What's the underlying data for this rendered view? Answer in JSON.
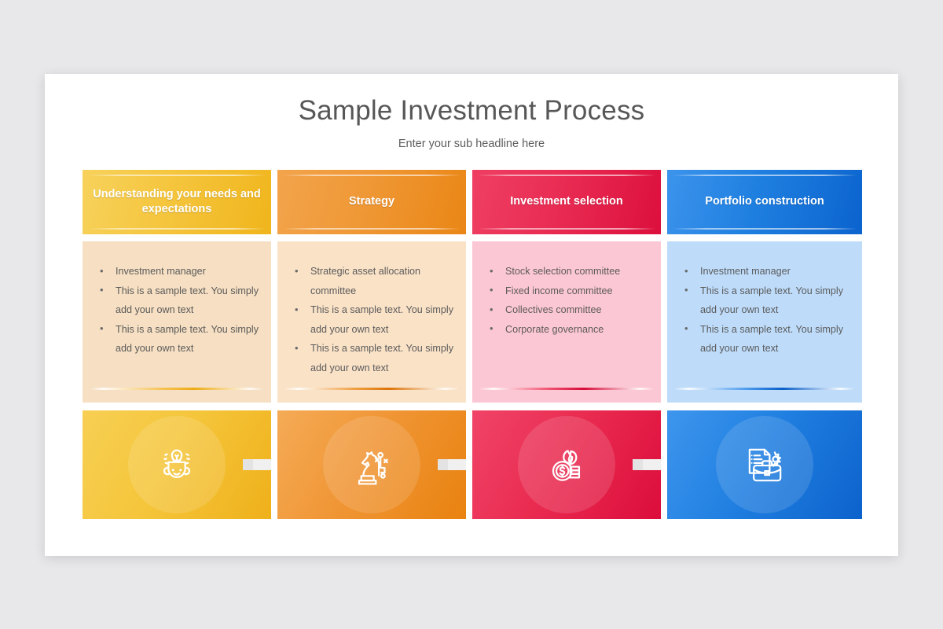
{
  "slide": {
    "title": "Sample Investment Process",
    "subtitle": "Enter your sub headline here",
    "background_color": "#e8e8ea",
    "surface_color": "#ffffff"
  },
  "columns": [
    {
      "header": "Understanding your needs and expectations",
      "accent_color": "#f5c63f",
      "body_color": "#f6dfc2",
      "icon_name": "head-lightbulb-idea-icon",
      "bullets": [
        "Investment manager",
        "This is a sample text. You simply add your own text",
        "This is a sample text. You simply add your own text"
      ]
    },
    {
      "header": "Strategy",
      "accent_color": "#ef9836",
      "body_color": "#fae2c7",
      "icon_name": "chess-knight-strategy-icon",
      "bullets": [
        "Strategic asset allocation committee",
        "This is a sample text. You simply add your own text",
        "This is a sample text. You simply add your own text"
      ]
    },
    {
      "header": "Investment selection",
      "accent_color": "#e92c53",
      "body_color": "#fcc7d4",
      "icon_name": "coin-plant-growth-icon",
      "bullets": [
        "Stock selection committee",
        "Fixed income committee",
        "Collectives committee",
        "Corporate governance"
      ]
    },
    {
      "header": "Portfolio construction",
      "accent_color": "#1f7fe0",
      "body_color": "#bedcfa",
      "icon_name": "briefcase-document-gear-icon",
      "bullets": [
        "Investment manager",
        "This is a sample text. You simply add your own text",
        "This is a sample text. You simply add your own text"
      ]
    }
  ],
  "connectors": [
    {
      "name": "arrow-right-icon",
      "color": "#f0f0f0"
    },
    {
      "name": "arrow-right-icon",
      "color": "#f0f0f0"
    },
    {
      "name": "arrow-right-icon",
      "color": "#f0f0f0"
    }
  ]
}
